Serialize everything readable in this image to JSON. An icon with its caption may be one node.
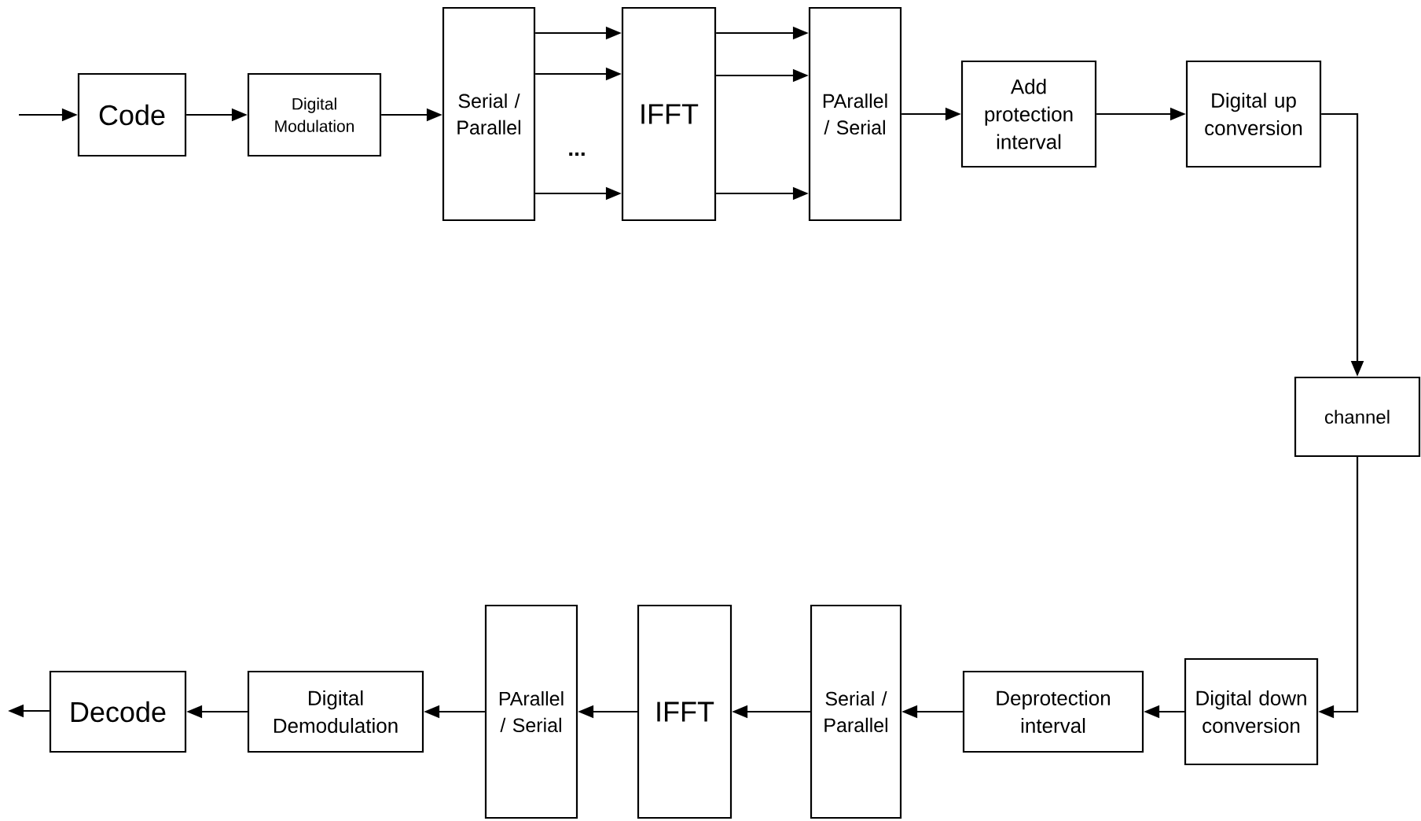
{
  "diagram": {
    "nodes": [
      {
        "text": [
          "Code"
        ]
      },
      {
        "text": [
          "Digital Modulation"
        ]
      },
      {
        "text": [
          "Serial / Parallel"
        ]
      },
      {
        "text": [
          "IFFT"
        ]
      },
      {
        "text": [
          "PArallel / Serial"
        ]
      },
      {
        "text": [
          "Add protection interval"
        ]
      },
      {
        "text": [
          "Digital up conversion"
        ]
      },
      {
        "text": [
          "channel"
        ]
      },
      {
        "text": [
          "Digital down conversion"
        ]
      },
      {
        "text": [
          "Deprotection interval"
        ]
      },
      {
        "text": [
          "Serial / Parallel"
        ]
      },
      {
        "text": [
          "IFFT"
        ]
      },
      {
        "text": [
          "PArallel / Serial"
        ]
      },
      {
        "text": [
          "Digital Demodulation"
        ]
      },
      {
        "text": [
          "Decode"
        ]
      }
    ],
    "edges": [
      {
        "from": null,
        "to": 0,
        "arrow": "to"
      },
      {
        "from": 0,
        "to": 1,
        "arrow": "to"
      },
      {
        "from": 1,
        "to": 2,
        "arrow": "to"
      },
      {
        "from": 2,
        "to": 3,
        "arrow": "to"
      },
      {
        "from": 2,
        "to": 3,
        "arrow": "to"
      },
      {
        "from": 2,
        "to": 3,
        "arrow": "to"
      },
      {
        "from": 3,
        "to": 4,
        "arrow": "to"
      },
      {
        "from": 3,
        "to": 4,
        "arrow": "to"
      },
      {
        "from": 3,
        "to": 4,
        "arrow": "to"
      },
      {
        "from": 4,
        "to": 5,
        "arrow": "to"
      },
      {
        "from": 5,
        "to": 6,
        "arrow": "to"
      },
      {
        "from": 6,
        "to": 7,
        "arrow": "to"
      },
      {
        "from": 7,
        "to": 8,
        "arrow": "to"
      },
      {
        "from": 8,
        "to": 9,
        "arrow": "to"
      },
      {
        "from": 9,
        "to": 10,
        "arrow": "to"
      },
      {
        "from": 10,
        "to": 11,
        "arrow": "to"
      },
      {
        "from": 11,
        "to": 12,
        "arrow": "to"
      },
      {
        "from": 12,
        "to": 13,
        "arrow": "to"
      },
      {
        "from": 13,
        "to": 14,
        "arrow": "to"
      },
      {
        "from": 14,
        "to": null,
        "arrow": "to"
      }
    ],
    "labels": [
      "..."
    ]
  }
}
